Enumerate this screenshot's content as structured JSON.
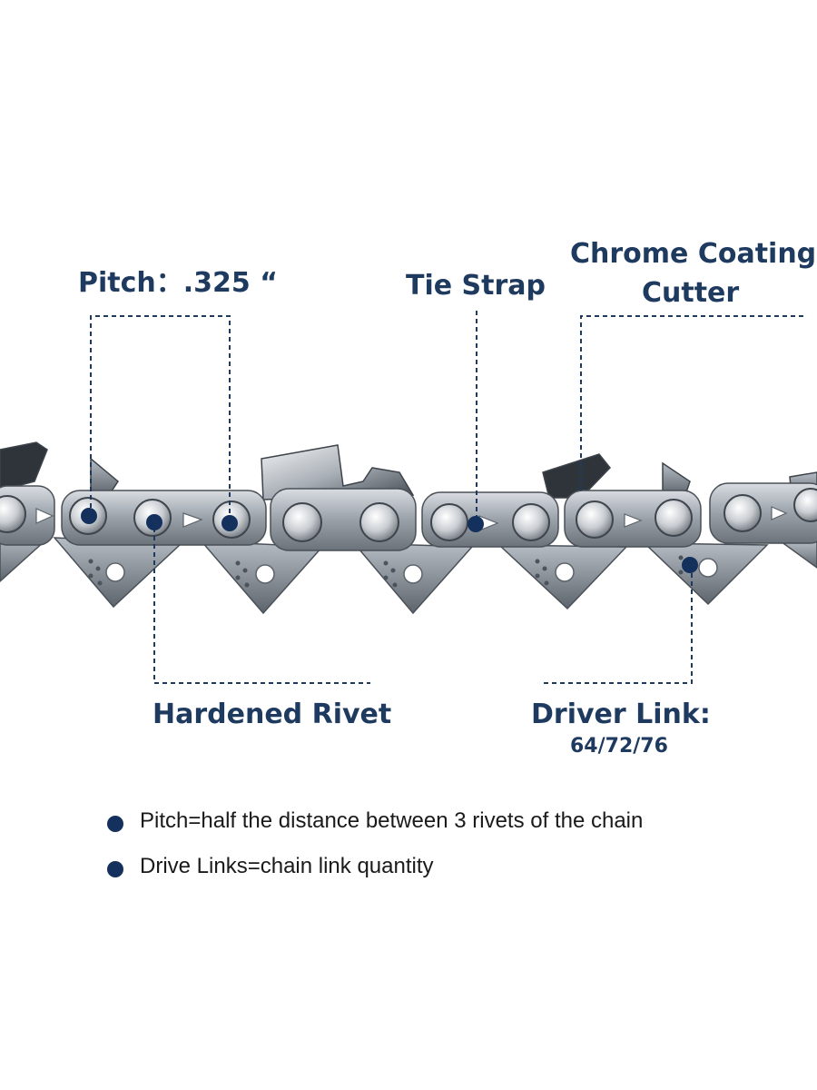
{
  "colors": {
    "label": "#1e3a5f",
    "marker": "#13315c",
    "line": "#1e3a5f"
  },
  "labels": {
    "pitch": "Pitch：.325 “",
    "tie_strap": "Tie Strap",
    "cutter_line1": "Chrome Coating",
    "cutter_line2": "Cutter",
    "rivet": "Hardened Rivet",
    "driver_title": "Driver Link:",
    "driver_values": "64/72/76"
  },
  "notes": [
    "Pitch=half the distance between 3 rivets of the chain",
    "Drive Links=chain link quantity"
  ]
}
